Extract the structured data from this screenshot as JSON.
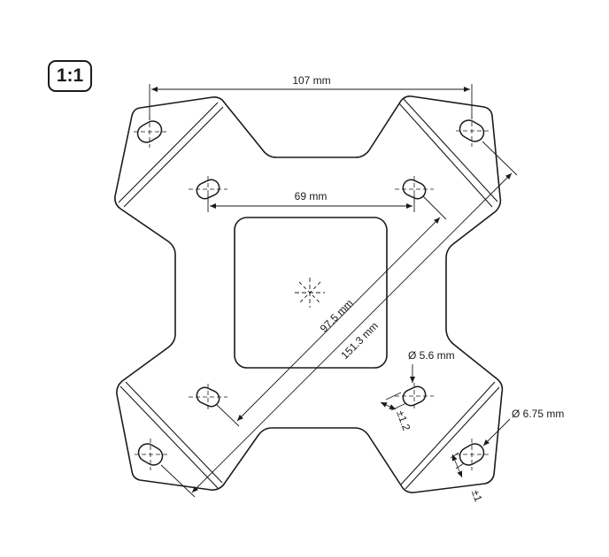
{
  "scale_label": "1:1",
  "dimensions": {
    "outer_hole_width": "107 mm",
    "inner_hole_width": "69 mm",
    "inner_hole_diagonal": "97.5 mm",
    "outer_hole_diagonal": "151.3 mm",
    "inner_hole_diameter": "Ø 5.6 mm",
    "outer_hole_diameter": "Ø 6.75 mm",
    "inner_slot_tolerance": "±1.2",
    "outer_slot_tolerance": "±1"
  },
  "colors": {
    "line": "#1a1a1a",
    "background": "#ffffff"
  }
}
